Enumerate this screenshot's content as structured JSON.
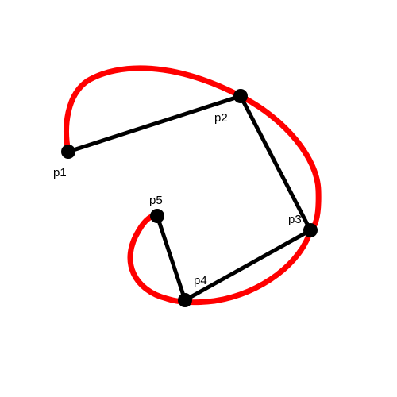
{
  "diagram": {
    "curve_color": "#ff0000",
    "polygon_color": "#000000",
    "point_color": "#000000",
    "points": [
      {
        "label": "p1"
      },
      {
        "label": "p2"
      },
      {
        "label": "p3"
      },
      {
        "label": "p4"
      },
      {
        "label": "p5"
      }
    ]
  }
}
